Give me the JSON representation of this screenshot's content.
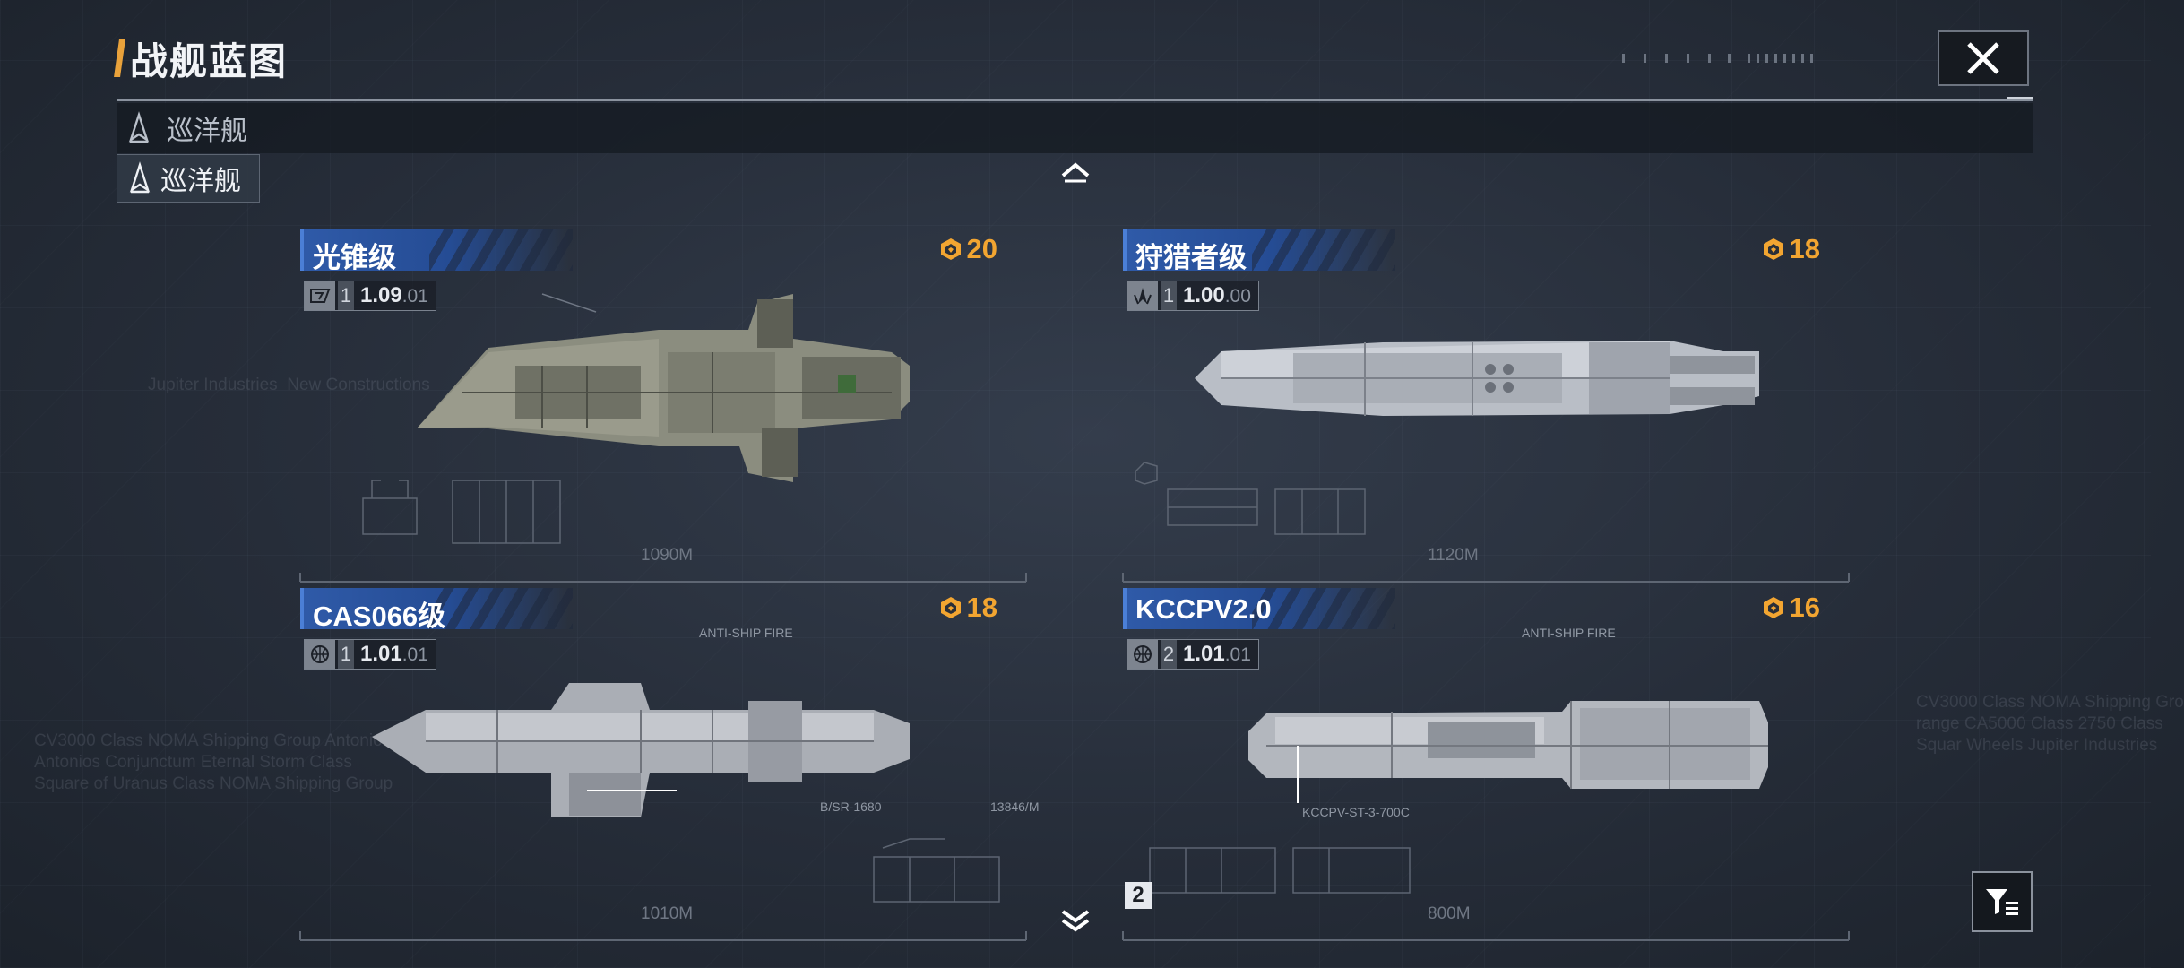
{
  "header": {
    "title": "战舰蓝图"
  },
  "filter": {
    "current": "巡洋舰",
    "option": "巡洋舰"
  },
  "background_text": {
    "left": "CV3000 Class NOMA Shipping Group Antonios Corp\nAntonios Conjunctum Eternal Storm Class\nSquare of Uranus Class NOMA Shipping Group",
    "right": "CV3000 Class NOMA Shipping Gro\nrange CA5000 Class 2750 Class\nSquar Wheels Jupiter Industries",
    "mid": "Jupiter Industries  New Constructions"
  },
  "ships": [
    {
      "name": "光锥级",
      "cost": "20",
      "level": "1",
      "version_main": "1.09",
      "version_sub": ".01",
      "icon": "lightcone-faction-icon",
      "length": "1090M"
    },
    {
      "name": "狩猎者级",
      "cost": "18",
      "level": "1",
      "version_main": "1.00",
      "version_sub": ".00",
      "icon": "hunter-faction-icon",
      "length": "1120M"
    },
    {
      "name": "CAS066级",
      "cost": "18",
      "level": "1",
      "version_main": "1.01",
      "version_sub": ".01",
      "icon": "globe-faction-icon",
      "length": "1010M",
      "tag": "B/SR-1680",
      "note": "13846/M",
      "anti": "ANTI-SHIP FIRE"
    },
    {
      "name": "KCCPV2.0",
      "cost": "16",
      "level": "2",
      "version_main": "1.01",
      "version_sub": ".01",
      "icon": "globe-faction-icon",
      "length": "800M",
      "tag": "KCCPV-ST-3-700C",
      "anti": "ANTI-SHIP FIRE",
      "tier": "2"
    }
  ],
  "colors": {
    "accent": "#e9a23b",
    "cost": "#f2a531",
    "header_blue": "#2f5aa8",
    "background": "#262d39"
  },
  "icons": {
    "close": "close-x-icon",
    "scroll_up": "chevron-up-icon",
    "scroll_down": "chevron-down-double-icon",
    "sort": "sort-filter-icon",
    "cost": "resource-cost-icon",
    "ship_class": "cruiser-icon"
  }
}
